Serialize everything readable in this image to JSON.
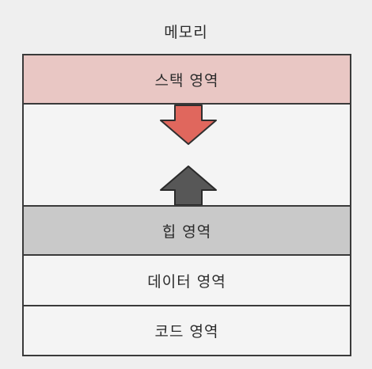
{
  "title": "메모리",
  "segments": {
    "stack": "스택 영역",
    "heap": "힙 영역",
    "data": "데이터 영역",
    "code": "코드 영역"
  },
  "colors": {
    "stack_fill": "#e9c7c4",
    "heap_fill": "#c9c9c9",
    "down_arrow": "#e0675d",
    "up_arrow": "#575757"
  },
  "arrows": {
    "down_icon": "arrow-down-icon",
    "up_icon": "arrow-up-icon"
  }
}
